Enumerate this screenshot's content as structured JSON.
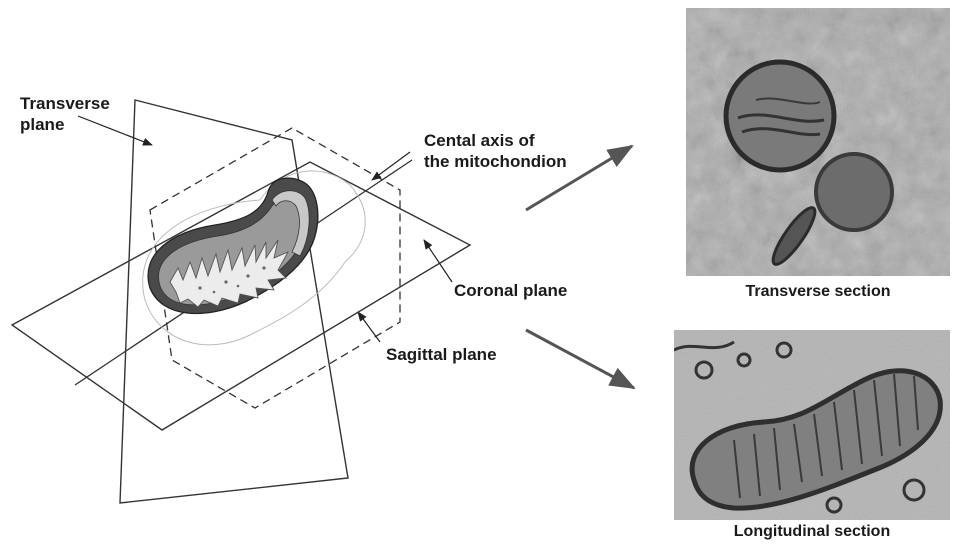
{
  "labels": {
    "transverse_plane": [
      "Transverse",
      "plane"
    ],
    "central_axis": [
      "Cental axis of",
      "the mitochondion"
    ],
    "coronal_plane": "Coronal plane",
    "sagittal_plane": "Sagittal plane"
  },
  "captions": {
    "transverse_section": "Transverse section",
    "longitudinal_section": "Longitudinal section"
  },
  "colors": {
    "line": "#333333",
    "arrow": "#555555",
    "membrane_outer": "#444444",
    "cristae_fill": "#9a9a9a",
    "matrix_fill": "#e9e9e9",
    "micrograph_bg": "#a8a8a8"
  }
}
